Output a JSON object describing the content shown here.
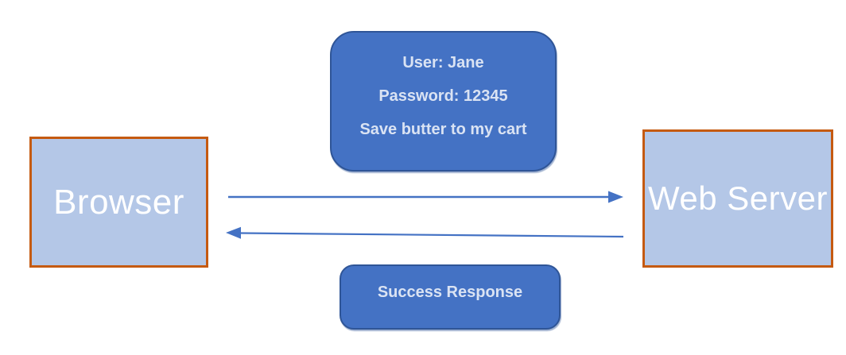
{
  "diagram": {
    "nodes": {
      "browser": {
        "label": "Browser"
      },
      "web_server": {
        "label": "Web Server"
      }
    },
    "messages": {
      "request": {
        "lines": [
          "User: Jane",
          "Password: 12345",
          "Save butter to my cart"
        ]
      },
      "response": {
        "label": "Success Response"
      }
    },
    "arrows": {
      "request_direction": "browser-to-web-server",
      "response_direction": "web-server-to-browser"
    },
    "colors": {
      "node_fill": "#b4c7e7",
      "node_border": "#c55a11",
      "node_text": "#ffffff",
      "message_fill": "#4472c4",
      "message_border": "#2f5597",
      "message_text": "#dae3f3",
      "arrow": "#4472c4",
      "background": "#ffffff"
    }
  }
}
